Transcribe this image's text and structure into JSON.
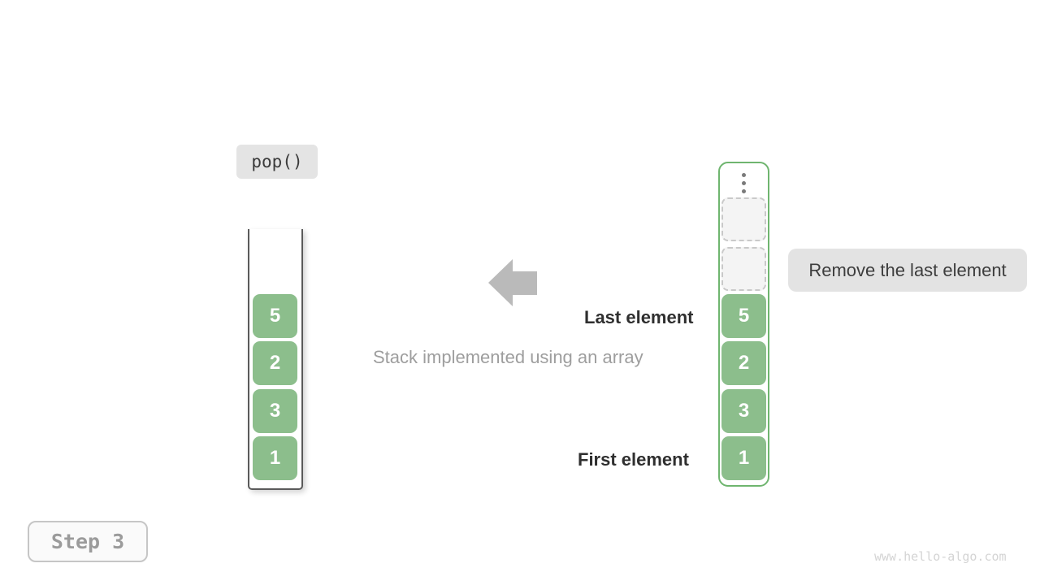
{
  "figure": {
    "operation_label": "pop()",
    "caption": "Stack implemented using an array",
    "step_label": "Step 3",
    "watermark": "www.hello-algo.com"
  },
  "annotations": {
    "remove_label": "Remove the last element",
    "last_element_label": "Last element",
    "first_element_label": "First element"
  },
  "stack": {
    "values_top_to_bottom": [
      "5",
      "2",
      "3",
      "1"
    ]
  },
  "array": {
    "ellipsis_icon": "vertical-dots",
    "empty_slot_count": 2,
    "values_top_to_bottom": [
      "5",
      "2",
      "3",
      "1"
    ]
  },
  "colors": {
    "cell_fill": "#8CBE8C",
    "array_border": "#6FB56F",
    "stack_border": "#5A5A5A",
    "label_bg": "#E3E3E3",
    "text_dark": "#2F2F2F",
    "text_muted": "#9E9E9E",
    "arrow": "#BABABA"
  }
}
